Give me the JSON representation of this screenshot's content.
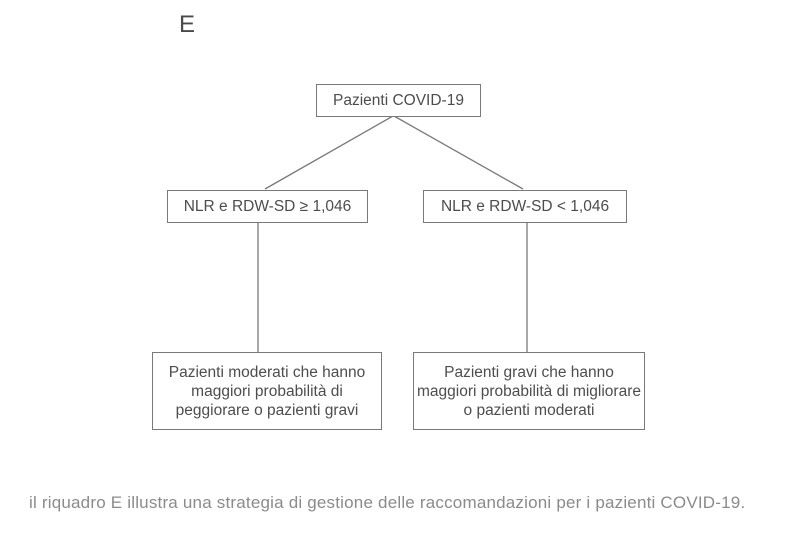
{
  "figure": {
    "panel_label": "E",
    "caption": "il riquadro E illustra una strategia di gestione delle raccomandazioni per i pazienti COVID-19."
  },
  "flowchart": {
    "root": {
      "label": "Pazienti COVID-19"
    },
    "branches": [
      {
        "condition": "NLR e RDW-SD ≥ 1,046",
        "outcome": "Pazienti moderati che hanno maggiori probabilità di peggiorare o pazienti gravi"
      },
      {
        "condition": "NLR e RDW-SD < 1,046",
        "outcome": "Pazienti gravi che hanno maggiori probabilità di migliorare o pazienti moderati"
      }
    ]
  },
  "colors": {
    "box_border": "#79797b",
    "box_text": "#4d4d4f",
    "connector_line": "#79797b",
    "caption_text": "#8b8b8b",
    "background": "#ffffff"
  }
}
